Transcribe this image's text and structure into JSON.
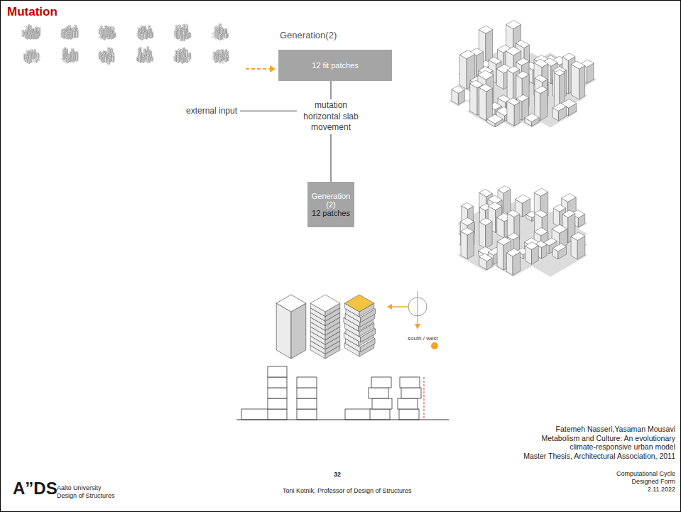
{
  "diagram": {
    "title": "Mutation",
    "nodes": [
      {
        "text": [
          "Generation(2)",
          "12 fit patches"
        ]
      },
      {
        "text": [
          "Generation (2)",
          "12 patches"
        ]
      }
    ],
    "edges": [
      {
        "from": 0,
        "to": 1,
        "arrow": "none",
        "label": "mutation horizontal slab movement"
      }
    ],
    "labels": [
      "external input",
      "south / west",
      "Fatemeh Nasseri,Yasaman Mousavi",
      "Metabolism and Culture: An evolutionary climate-responsive urban model",
      "Master Thesis, Architectural Association, 2011",
      "A”DS",
      "Aalto University Design of Structures",
      "32",
      "Toni Kotnik, Professor of Design of Structures",
      "Computational Cycle Designed Form 2.11.2022"
    ]
  }
}
